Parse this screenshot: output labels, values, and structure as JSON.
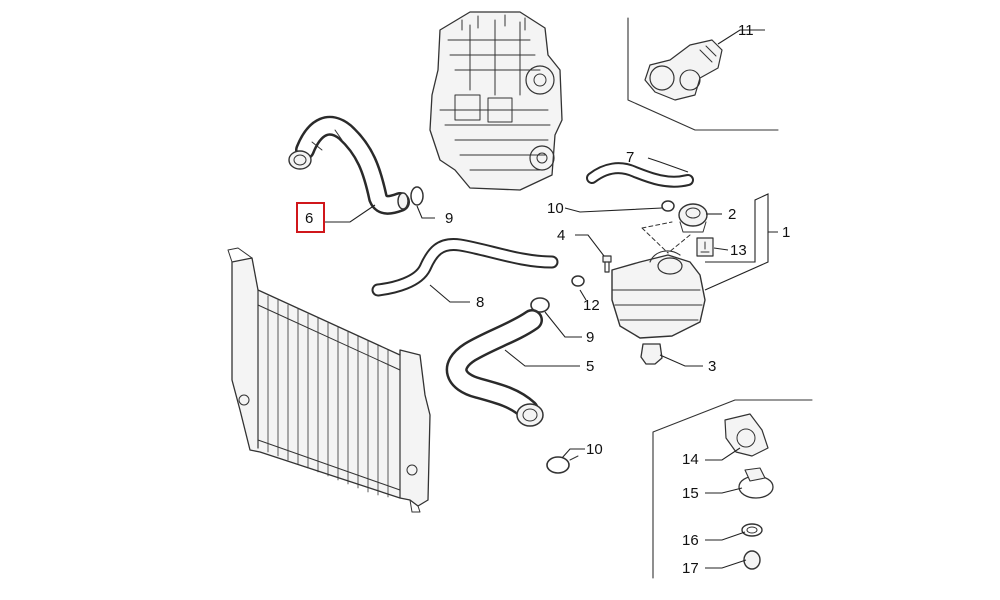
{
  "diagram": {
    "highlighted_part": "6",
    "labels": {
      "p1": "1",
      "p2": "2",
      "p3": "3",
      "p4": "4",
      "p5": "5",
      "p6": "6",
      "p7": "7",
      "p8": "8",
      "p9a": "9",
      "p9b": "9",
      "p10a": "10",
      "p10b": "10",
      "p11": "11",
      "p12": "12",
      "p13": "13",
      "p14": "14",
      "p15": "15",
      "p16": "16",
      "p17": "17"
    }
  }
}
